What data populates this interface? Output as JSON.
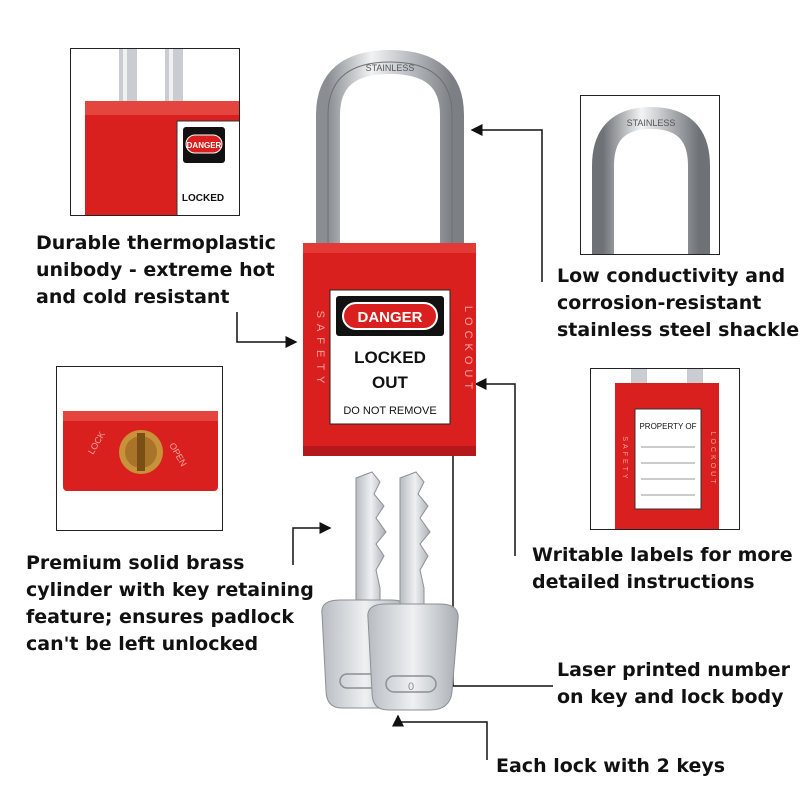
{
  "callouts": {
    "body": [
      "Durable thermoplastic",
      "unibody - extreme hot",
      "and cold resistant"
    ],
    "shackle": [
      "Low conductivity and",
      "corrosion-resistant",
      "stainless steel shackle"
    ],
    "cylinder": [
      "Premium solid brass",
      "cylinder with key retaining",
      "feature; ensures padlock",
      "can't be left unlocked"
    ],
    "labels": [
      "Writable labels for more",
      "detailed instructions"
    ],
    "laser": [
      "Laser printed number",
      "on key and lock body"
    ],
    "keys": "Each lock with 2 keys"
  },
  "lock": {
    "shackle_stamp": "STAINLESS",
    "side_left": "SAFETY",
    "side_right": "LOCKOUT",
    "tag_badge": "DANGER",
    "tag_line1": "LOCKED",
    "tag_line2": "OUT",
    "tag_line3": "DO NOT REMOVE"
  },
  "inset_tag": {
    "badge": "DANGER",
    "word": "LOCKED"
  },
  "inset_shackle": {
    "stamp": "STAINLESS"
  },
  "inset_cylinder": {
    "lock_word": "LOCK",
    "open_word": "OPEN"
  },
  "inset_label": {
    "title": "PROPERTY OF",
    "side_left": "SAFETY",
    "side_right": "LOCKOUT"
  },
  "colors": {
    "lock_red": "#d9201f",
    "lock_red_dark": "#b5181a",
    "steel": "#c9ccd0",
    "brass": "#c8923a",
    "text": "#111111"
  }
}
